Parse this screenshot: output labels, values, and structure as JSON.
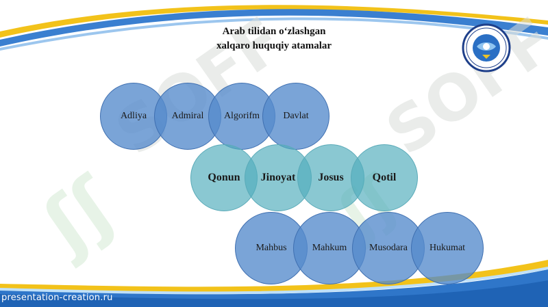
{
  "slide": {
    "title_line1": "Arab tilidan o‘zlashgan",
    "title_line2": "xalqaro huquqiy atamalar",
    "logo_icon": "university-emblem-icon",
    "watermark_text": "SOFF",
    "watermark_mark": "ʃʃ",
    "footer_text": "presentation-creation.ru"
  },
  "colors": {
    "accent_blue": "#3a7fd0",
    "accent_yellow": "#f2c21a",
    "circle_blue": "#548acc",
    "circle_teal": "#52aebc"
  },
  "circles": {
    "row1": [
      "Adliya",
      "Admiral",
      "Algorifm",
      "Davlat"
    ],
    "row2": [
      "Qonun",
      "Jinoyat",
      "Josus",
      "Qotil"
    ],
    "row3": [
      "Mahbus",
      "Mahkum",
      "Musodara",
      "Hukumat"
    ]
  }
}
